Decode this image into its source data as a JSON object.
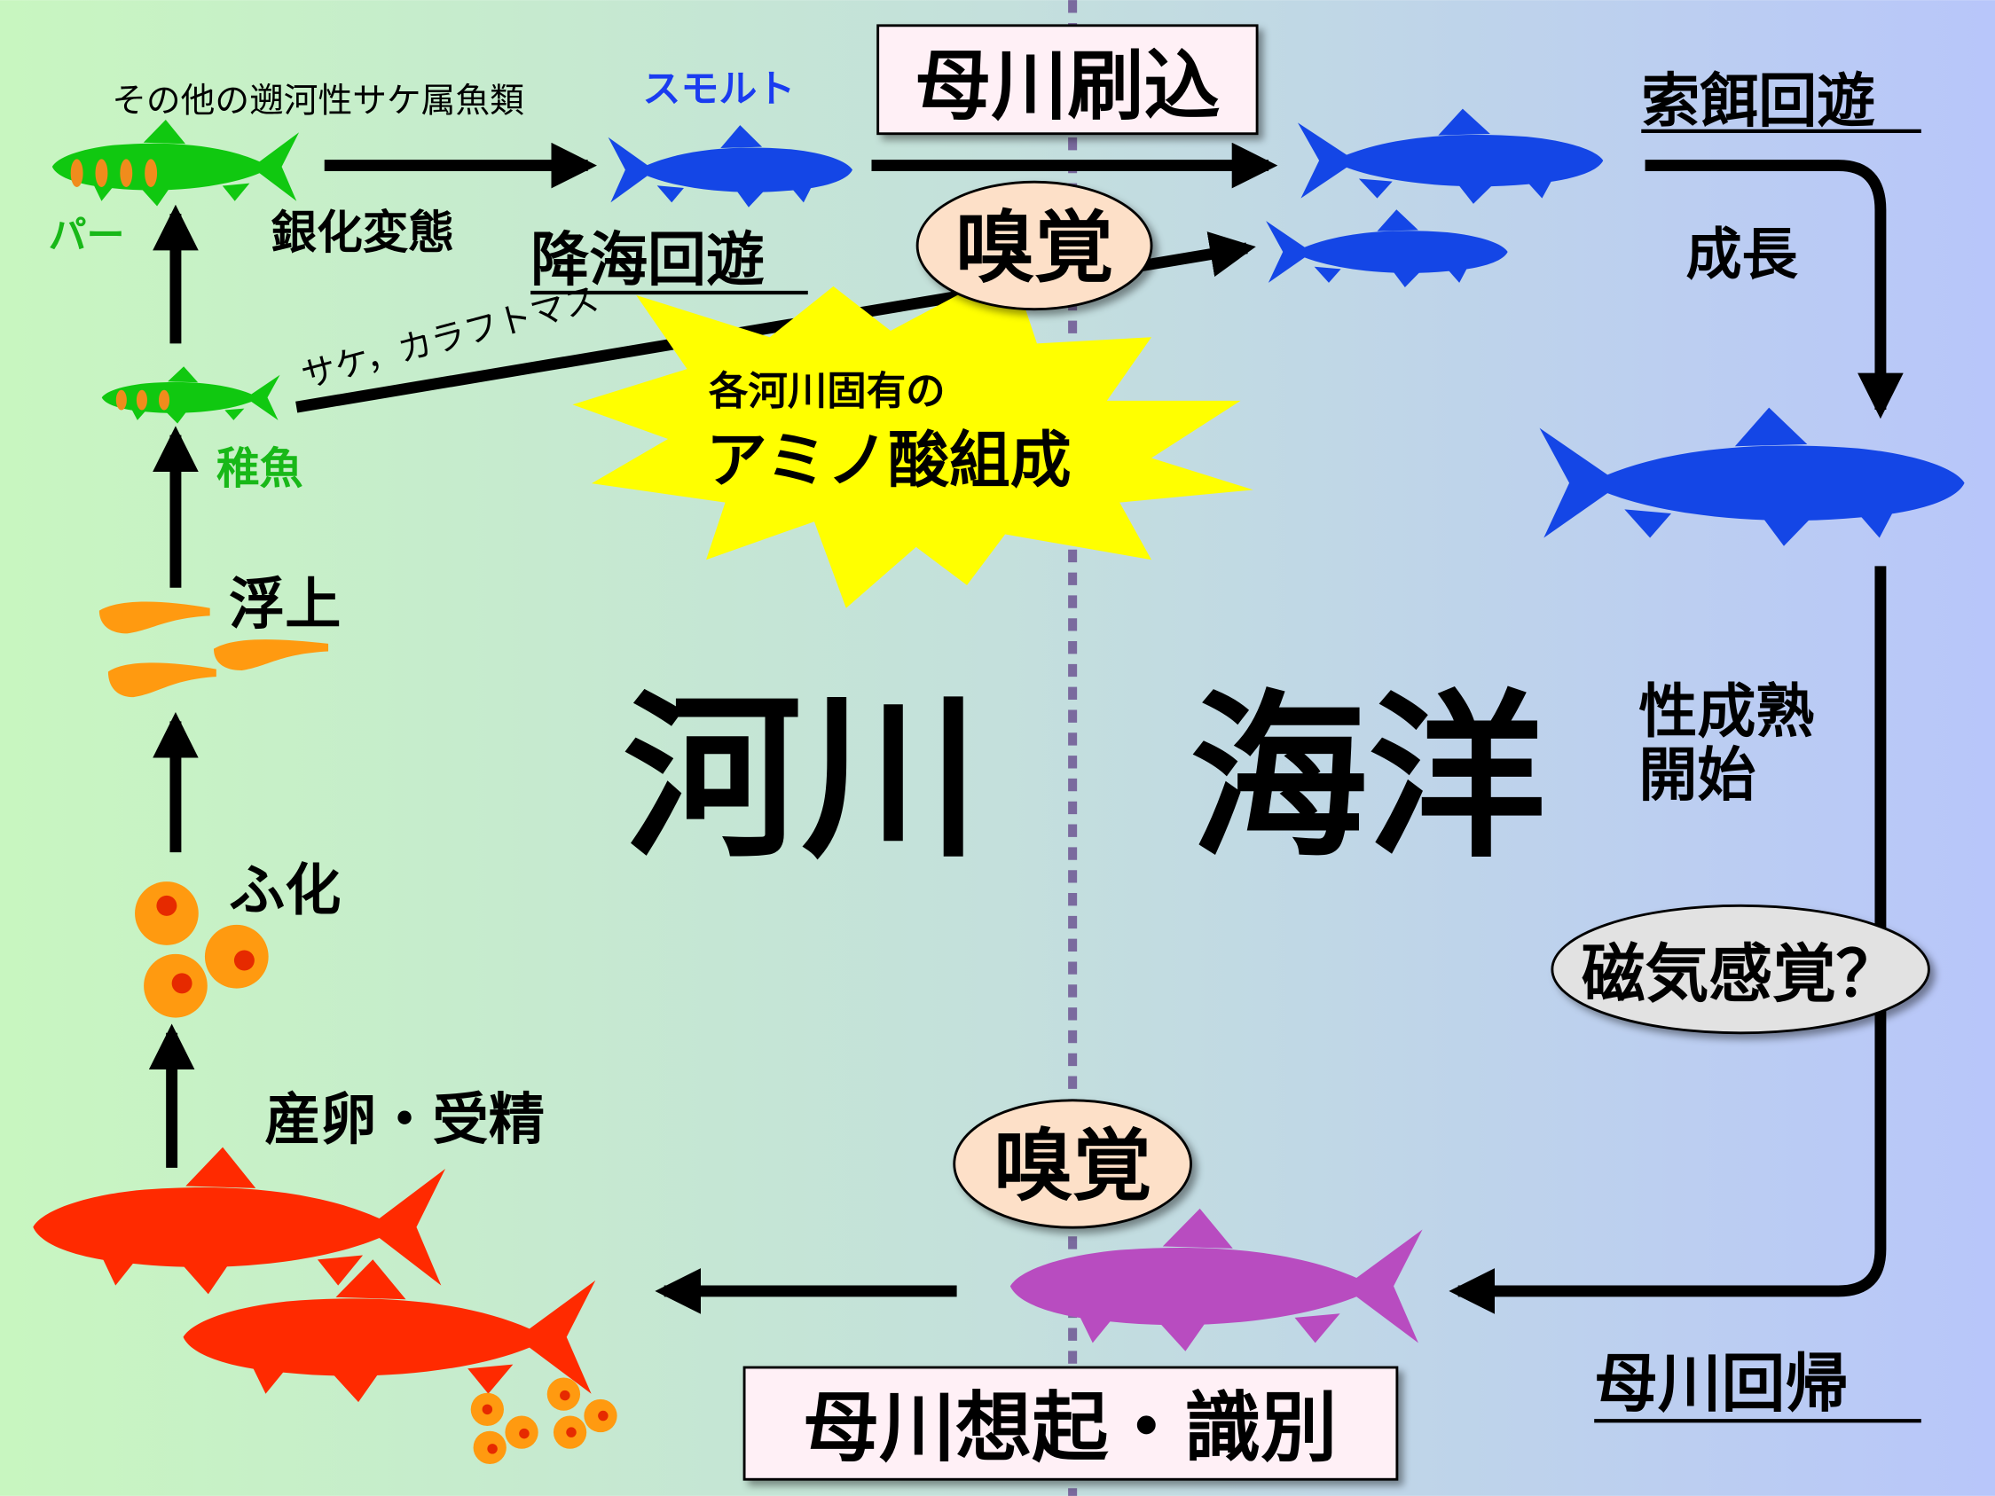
{
  "colors": {
    "bg_left": "#c8f6c0",
    "bg_mid": "#c4e2dc",
    "bg_right": "#b8c6fa",
    "parr_green": "#10c810",
    "parr_spot": "#f08c1c",
    "smolt_blue": "#1446e6",
    "spawner_red": "#ff2a00",
    "return_purple": "#b84cc0",
    "egg_orange": "#ff9a10",
    "starburst_yellow": "#ffff00",
    "label_green": "#18b818",
    "label_blue": "#1a3cf0"
  },
  "labels": {
    "other_species": "その他の遡河性サケ属魚類",
    "smolt": "スモルト",
    "imprinting": "母川刷込",
    "feeding_migration": "索餌回遊",
    "parr": "パー",
    "smoltification": "銀化変態",
    "seaward_migration": "降海回遊",
    "olfaction_top": "嗅覚",
    "chum_pink": "サケ，カラフトマス",
    "amino_line1": "各河川固有の",
    "amino_line2": "アミノ酸組成",
    "growth": "成長",
    "fry": "稚魚",
    "emergence": "浮上",
    "river": "河川",
    "ocean": "海洋",
    "maturation_line1": "性成熟",
    "maturation_line2": "開始",
    "magnetic_sense": "磁気感覚？",
    "hatching": "ふ化",
    "spawning": "産卵・受精",
    "olfaction_bottom": "嗅覚",
    "homing": "母川回帰",
    "recall": "母川想起・識別"
  }
}
